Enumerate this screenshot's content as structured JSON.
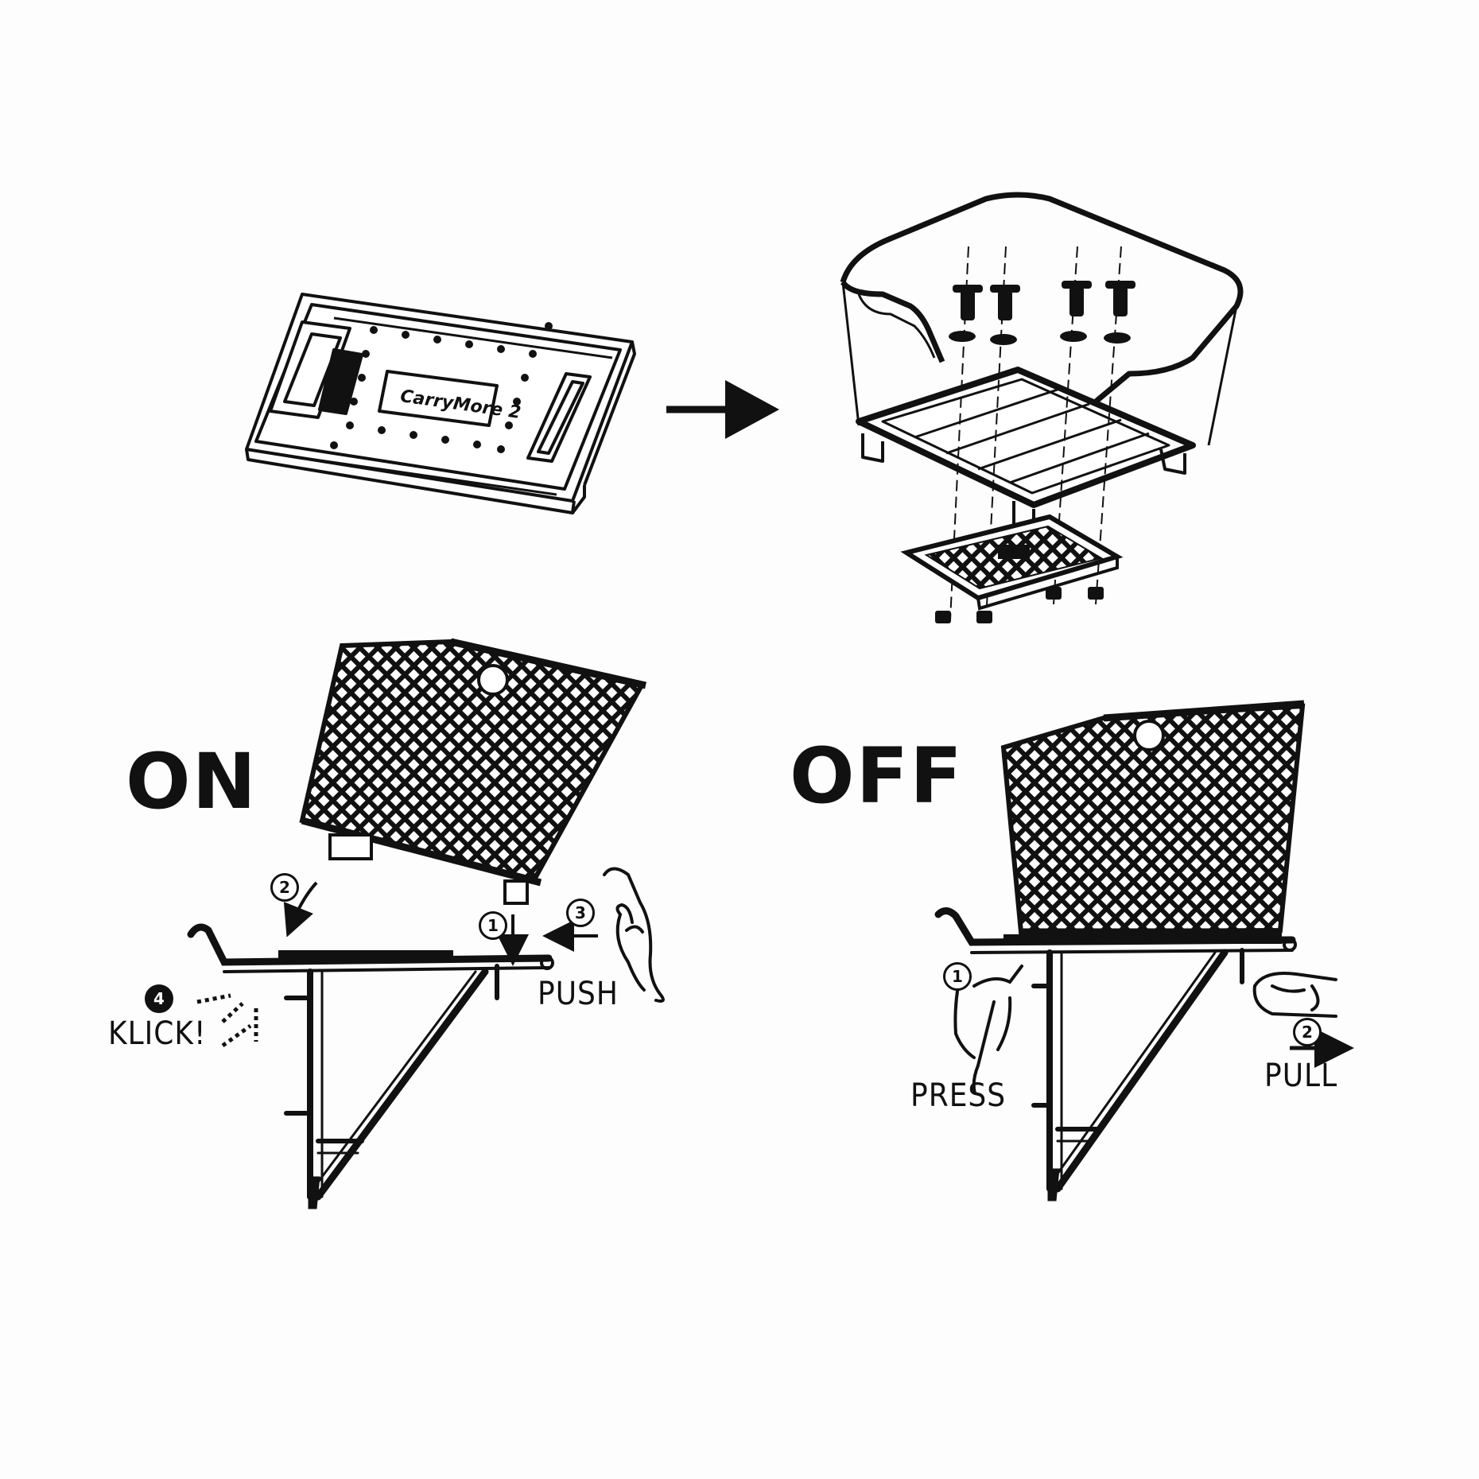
{
  "plate": {
    "brand_label": "CarryMore 2"
  },
  "on_section": {
    "title": "ON",
    "steps": [
      {
        "number": "2"
      },
      {
        "number": "1"
      },
      {
        "number": "3"
      },
      {
        "number": "4"
      }
    ],
    "push_label": "PUSH",
    "klick_label": "KLICK!"
  },
  "off_section": {
    "title": "OFF",
    "steps": [
      {
        "number": "1"
      },
      {
        "number": "2"
      }
    ],
    "press_label": "PRESS",
    "pull_label": "PULL"
  }
}
